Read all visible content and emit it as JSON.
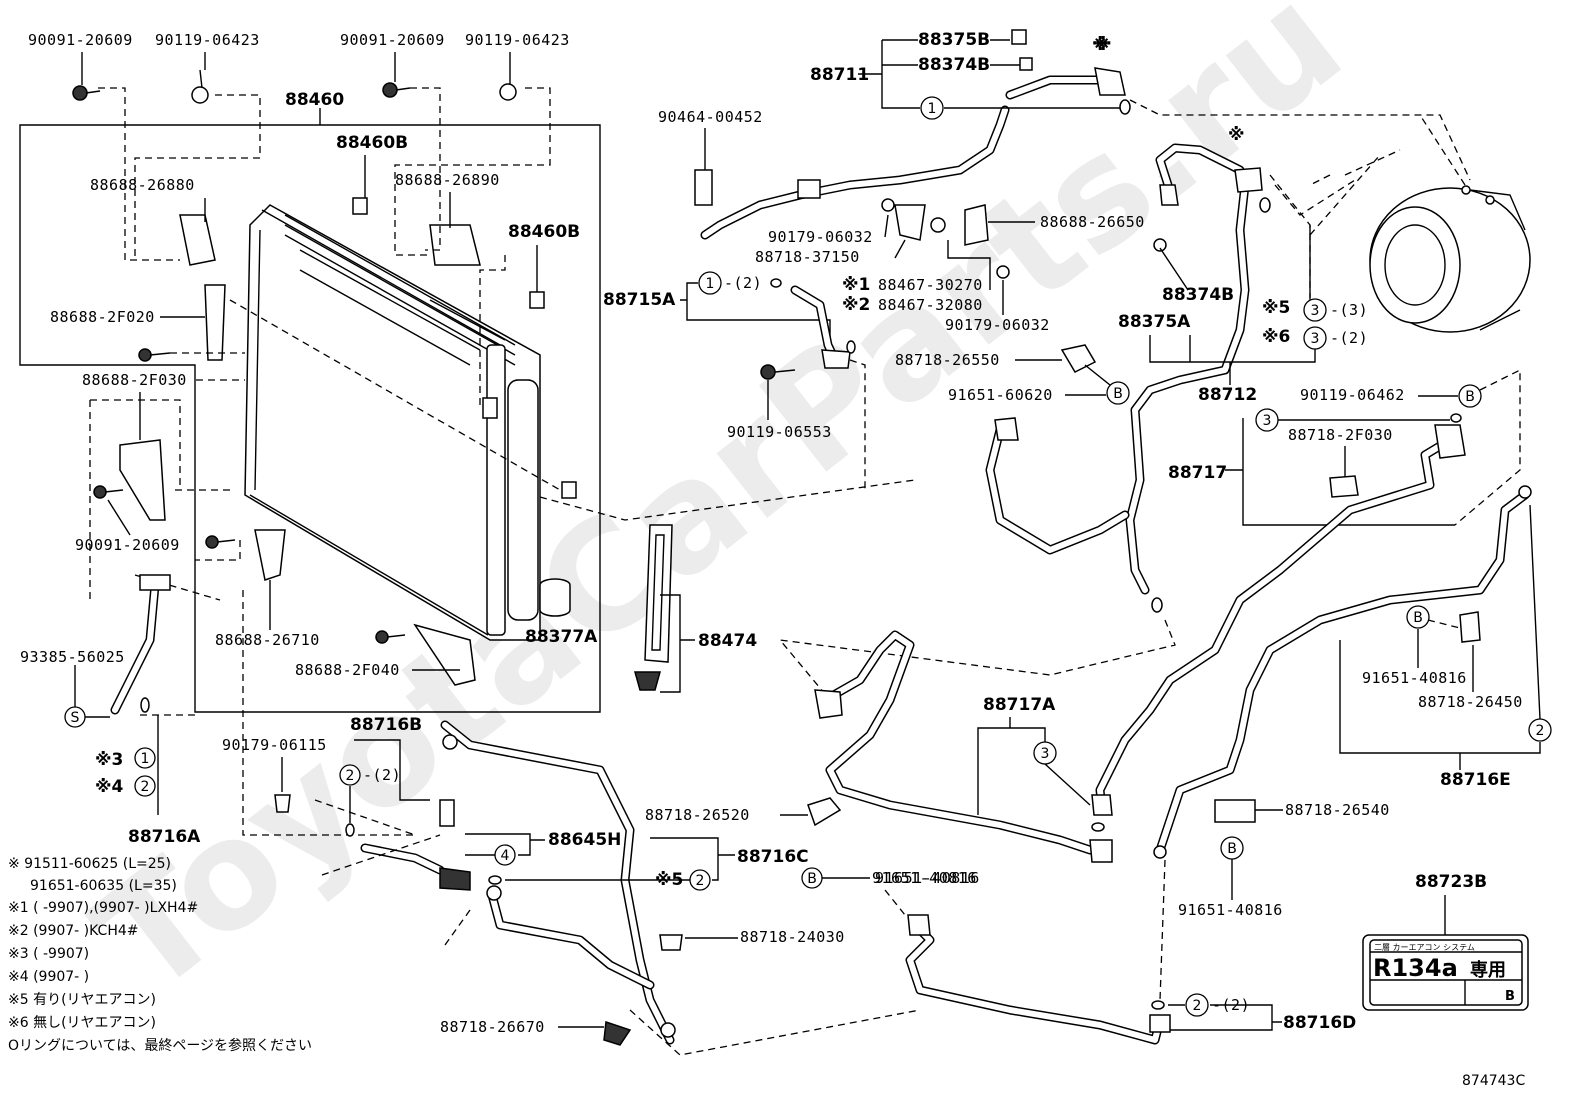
{
  "watermark": "ToyotaCarParts.ru",
  "diagram_id": "874743C",
  "labels": {
    "p90091_20609_a": "90091-20609",
    "p90119_06423_a": "90119-06423",
    "p90091_20609_b": "90091-20609",
    "p90119_06423_b": "90119-06423",
    "p88460": "88460",
    "p88460B_a": "88460B",
    "p88460B_b": "88460B",
    "p88688_26880": "88688-26880",
    "p88688_26890": "88688-26890",
    "p88688_2F020": "88688-2F020",
    "p88688_2F030": "88688-2F030",
    "p90091_20609_c": "90091-20609",
    "p93385_56025": "93385-56025",
    "p88688_26710": "88688-26710",
    "p88688_2F040": "88688-2F040",
    "p88377A": "88377A",
    "p88474": "88474",
    "p88716A": "88716A",
    "p90179_06115": "90179-06115",
    "p88716B": "88716B",
    "p88645H": "88645H",
    "p88718_26520": "88718-26520",
    "p88716C": "88716C",
    "p88718_24030": "88718-24030",
    "p88718_26670": "88718-26670",
    "p91651_40816_a": "91651-40816",
    "p88375B": "88375B",
    "p88374B_a": "88374B",
    "p88711": "88711",
    "p90464_00452": "90464-00452",
    "p90179_06032_a": "90179-06032",
    "p88718_37150": "88718-37150",
    "p88688_26650": "88688-26650",
    "p88467_30270": "88467-30270",
    "p88467_32080": "88467-32080",
    "p90179_06032_b": "90179-06032",
    "p88715A": "88715A",
    "p90119_06553": "90119-06553",
    "p88718_26550": "88718-26550",
    "p91651_60620": "91651-60620",
    "p88374B_b": "88374B",
    "p88375A": "88375A",
    "p88712": "88712",
    "p90119_06462": "90119-06462",
    "p88718_2F030": "88718-2F030",
    "p88717": "88717",
    "p88717A": "88717A",
    "p91651_40816_b": "91651-40816",
    "p88718_26450": "88718-26450",
    "p88716E": "88716E",
    "p88718_26540": "88718-26540",
    "p91651_40816_c": "91651-40816",
    "p91651_40816_d": "91651-40816",
    "p88716D": "88716D",
    "p88723B": "88723B"
  },
  "qty_marks": {
    "q88715A": "-(2)",
    "q88716B": "-(2)",
    "q5_3": "-(3)",
    "q6_3": "-(2)",
    "q88716D": "-(2)"
  },
  "marks": {
    "kome": "※",
    "k1": "※1",
    "k2": "※2",
    "k3": "※3",
    "k4": "※4",
    "k5": "※5",
    "k6": "※6"
  },
  "circle_labels": {
    "c1": "1",
    "c2": "2",
    "c3": "3",
    "c4": "4",
    "cB": "B",
    "cS": "S"
  },
  "sticker": {
    "top": "二層 カーエアコン システム",
    "main": "R134a",
    "suffix": "専用",
    "small": "B"
  },
  "notes": [
    "※ 91511-60625 (L=25)",
    "91651-60635 (L=35)",
    "※1 (  -9907),(9907-  )LXH4#",
    "※2 (9907-  )KCH4#",
    "※3 (  -9907)",
    "※4 (9907-  )",
    "※5 有り(リヤエアコン)",
    "※6 無し(リヤエアコン)",
    "Oリングについては、最終ページを参照ください"
  ]
}
